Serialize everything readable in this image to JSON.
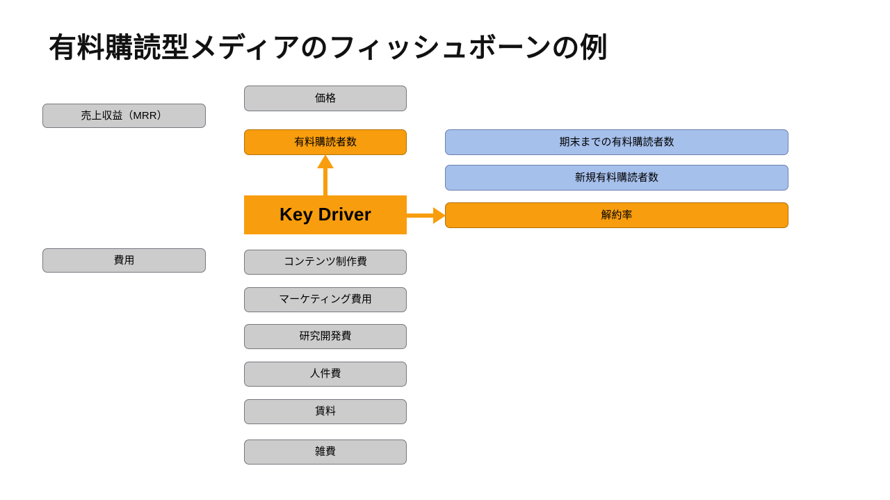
{
  "title": "有料購読型メディアのフィッシュボーンの例",
  "colors": {
    "gray_fill": "#cccccc",
    "gray_border": "#76787e",
    "blue_fill": "#a6c0ec",
    "blue_border": "#6a7fb0",
    "orange_fill": "#f89d0e",
    "orange_border": "#b07208",
    "arrow": "#f89d0e",
    "background": "#ffffff",
    "text": "#000000"
  },
  "left_column": [
    {
      "label": "売上収益（MRR）",
      "style": "gray"
    },
    {
      "label": "費用",
      "style": "gray"
    }
  ],
  "middle_column": [
    {
      "label": "価格",
      "style": "gray"
    },
    {
      "label": "有料購読者数",
      "style": "orange"
    },
    {
      "label": "Key Driver",
      "style": "keydriver"
    },
    {
      "label": "コンテンツ制作費",
      "style": "gray"
    },
    {
      "label": "マーケティング費用",
      "style": "gray"
    },
    {
      "label": "研究開発費",
      "style": "gray"
    },
    {
      "label": "人件費",
      "style": "gray"
    },
    {
      "label": "賃料",
      "style": "gray"
    },
    {
      "label": "雑費",
      "style": "gray"
    }
  ],
  "right_column": [
    {
      "label": "期末までの有料購読者数",
      "style": "blue"
    },
    {
      "label": "新規有料購読者数",
      "style": "blue"
    },
    {
      "label": "解約率",
      "style": "orange"
    }
  ],
  "arrows": [
    {
      "name": "key-driver-to-paid-subscribers",
      "direction": "up"
    },
    {
      "name": "key-driver-to-churn-rate",
      "direction": "right"
    }
  ]
}
